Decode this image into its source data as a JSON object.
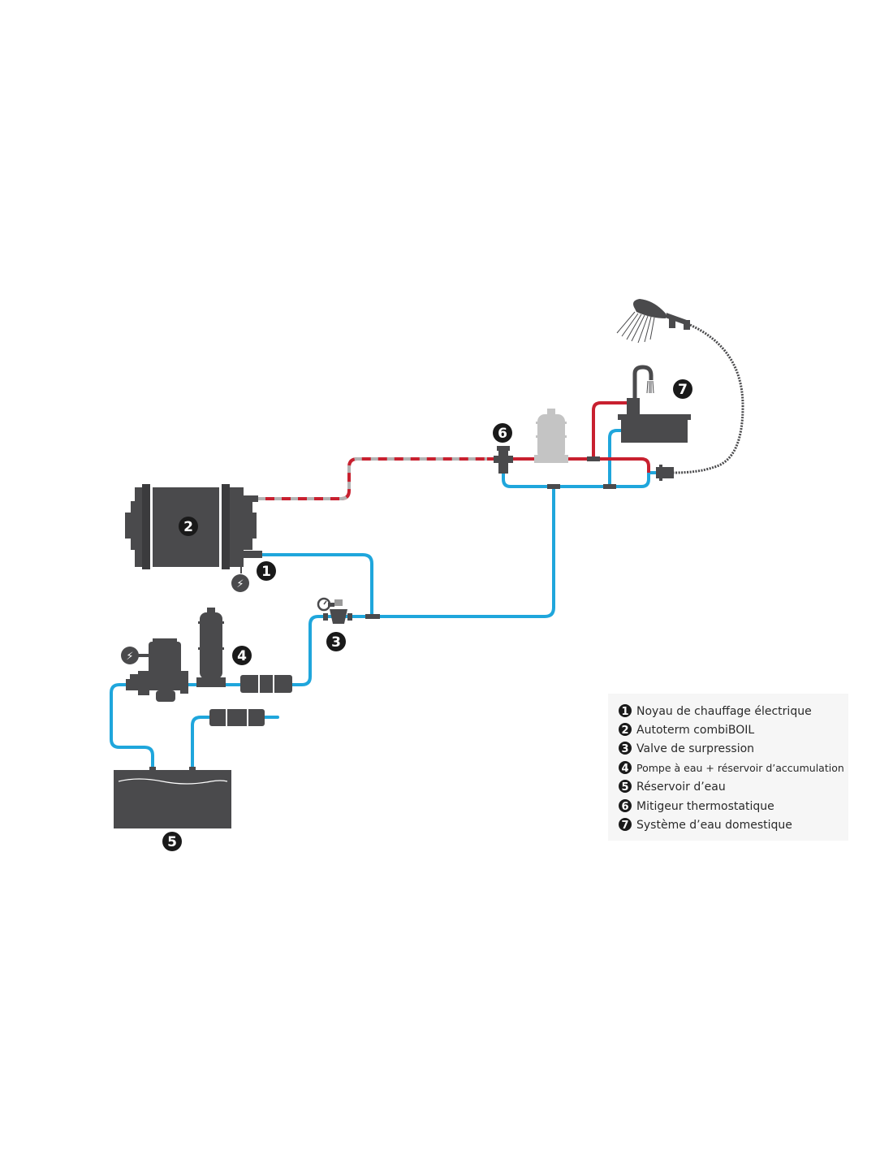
{
  "legend": {
    "items": [
      {
        "num": "1",
        "label": "Noyau de chauffage électrique"
      },
      {
        "num": "2",
        "label": "Autoterm combiBOIL"
      },
      {
        "num": "3",
        "label": "Valve de surpression"
      },
      {
        "num": "4",
        "label": "Pompe à eau + réservoir d’accumulation"
      },
      {
        "num": "5",
        "label": "Réservoir d’eau"
      },
      {
        "num": "6",
        "label": "Mitigeur thermostatique"
      },
      {
        "num": "7",
        "label": "Système d’eau domestique"
      }
    ]
  },
  "markers": {
    "m1": "1",
    "m2": "2",
    "m3": "3",
    "m4": "4",
    "m5": "5",
    "m6": "6",
    "m7": "7"
  },
  "icons": {
    "power": "⚡"
  },
  "colors": {
    "hot_pipe": "#c8202f",
    "cold_pipe": "#1fa6dc",
    "insulated_pipe": "#b3b3b3",
    "device": "#4a4a4c",
    "device_light": "#c4c4c4",
    "legend_bg": "#f6f6f6"
  }
}
